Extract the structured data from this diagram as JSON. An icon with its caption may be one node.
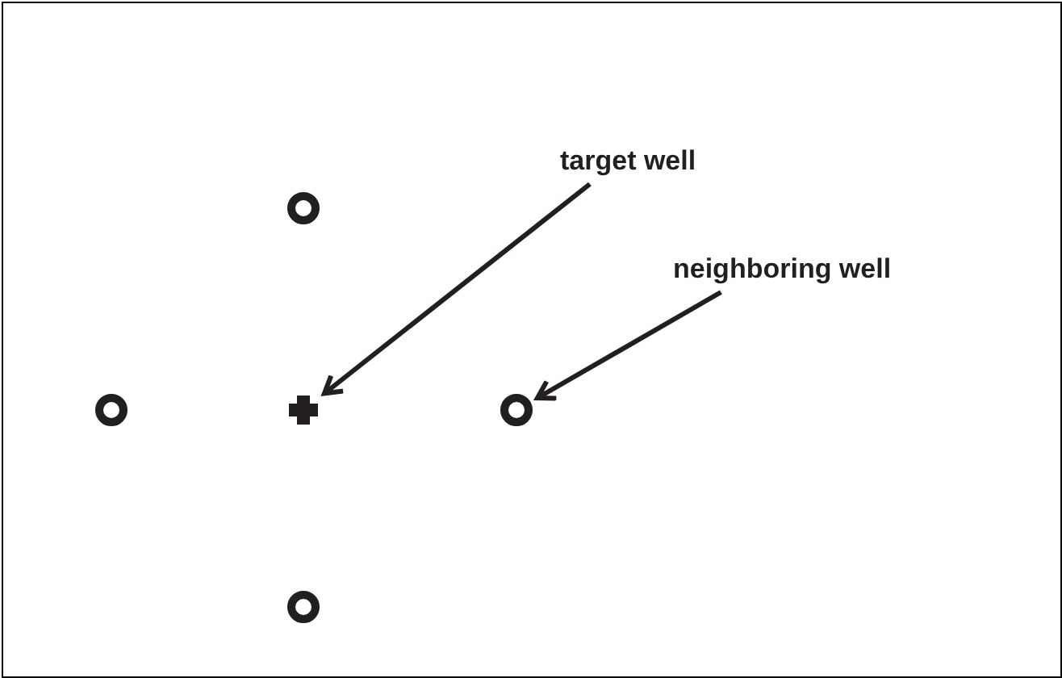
{
  "diagram": {
    "nodes": [
      {
        "text": [
          "target well"
        ]
      },
      {
        "text": [
          "neighboring well"
        ]
      },
      {
        "text": [],
        "shape": "circle"
      },
      {
        "text": [],
        "shape": "circle"
      },
      {
        "text": [],
        "shape": "cross"
      },
      {
        "text": [],
        "shape": "circle"
      },
      {
        "text": [],
        "shape": "circle"
      }
    ],
    "edges": [
      {
        "from": 0,
        "to": 4,
        "arrow": "to"
      },
      {
        "from": 1,
        "to": 5,
        "arrow": "to"
      }
    ]
  }
}
